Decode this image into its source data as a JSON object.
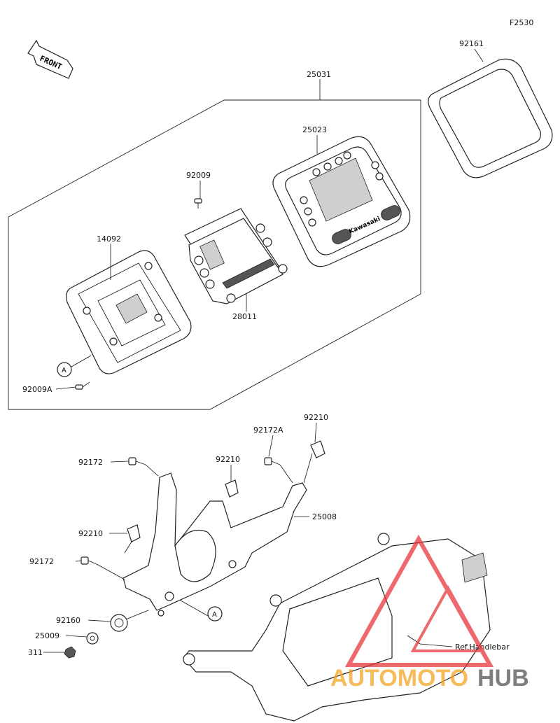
{
  "figure_code": "F2530",
  "front_label": "FRONT",
  "ref_marker": "A",
  "parts": {
    "p92161": "92161",
    "p25031": "25031",
    "p25023": "25023",
    "p92009": "92009",
    "p14092": "14092",
    "p28011": "28011",
    "p92009A": "92009A",
    "p92210a": "92210",
    "p92172A": "92172A",
    "p92172a": "92172",
    "p92210b": "92210",
    "p25008": "25008",
    "p92210c": "92210",
    "p92172b": "92172",
    "p92160": "92160",
    "p25009": "25009",
    "p311": "311"
  },
  "ref_handlebar": "Ref.Handlebar",
  "meter_brand": "Kawasaki",
  "watermark": {
    "part1": "AUTOMOTO",
    "part2": "HUB",
    "color1": "#f5a623",
    "color2": "#555555",
    "triangle_color": "#e8383d"
  }
}
